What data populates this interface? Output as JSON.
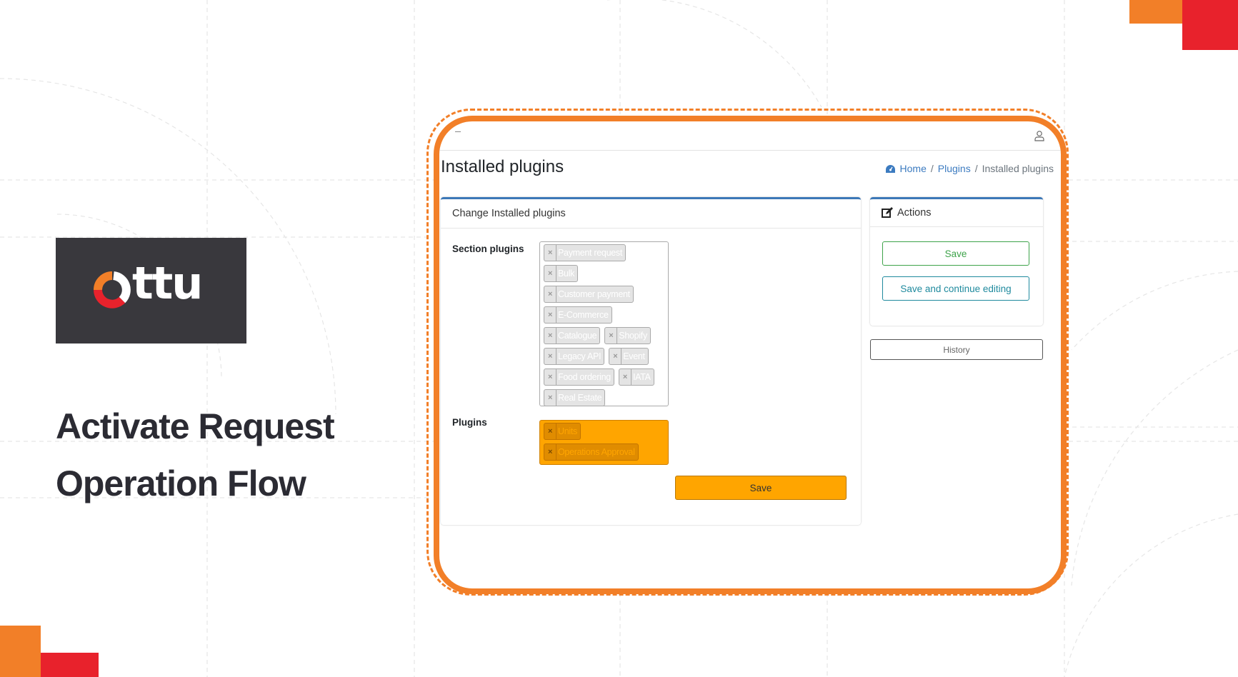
{
  "brand": {
    "logo_text": "Ottu",
    "logo_suffix": "ttu",
    "colors": {
      "orange": "#f27f28",
      "red": "#e8222c",
      "dark": "#39383d",
      "accent": "#ffa500"
    }
  },
  "hero": {
    "line1": "Activate Request",
    "line2": "Operation Flow"
  },
  "app": {
    "title": "Installed plugins",
    "breadcrumb": [
      {
        "label": "Home",
        "icon": "dashboard-icon"
      },
      {
        "label": "Plugins"
      },
      {
        "label": "Installed plugins"
      }
    ],
    "form": {
      "card_title": "Change Installed plugins",
      "section_plugins_label": "Section plugins",
      "section_plugins": [
        "Payment request",
        "Bulk",
        "Customer payment",
        "E-Commerce",
        "Catalogue",
        "Shopify",
        "Legacy API",
        "Event",
        "Food ordering",
        "IATA",
        "Real Estate"
      ],
      "plugins_label": "Plugins",
      "plugins": [
        "Units",
        "Operations Approval"
      ],
      "save_label": "Save"
    },
    "actions": {
      "title": "Actions",
      "save_label": "Save",
      "save_continue_label": "Save and continue editing",
      "history_label": "History"
    }
  }
}
